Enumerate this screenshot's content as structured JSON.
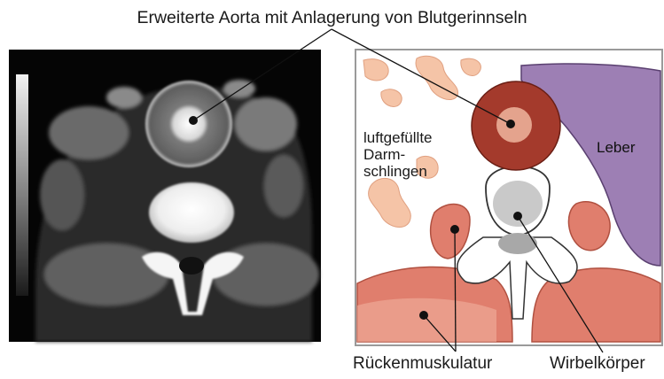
{
  "title": "Erweiterte Aorta mit Anlagerung von Blutgerinnseln",
  "labels": {
    "darm": [
      "luftgefüllte",
      "Darm-",
      "schlingen"
    ],
    "leber": "Leber",
    "muskulatur": "Rückenmuskulatur",
    "wirbelkoerper": "Wirbelkörper"
  },
  "colors": {
    "aorta_outer": "#a43a2c",
    "aorta_lumen": "#e4a38d",
    "leber": "#9d7fb4",
    "darm": "#f5c4a7",
    "muskel": "#e07e6d",
    "muskel_light": "#f0b09f",
    "wirbel": "#c9c9c9"
  }
}
